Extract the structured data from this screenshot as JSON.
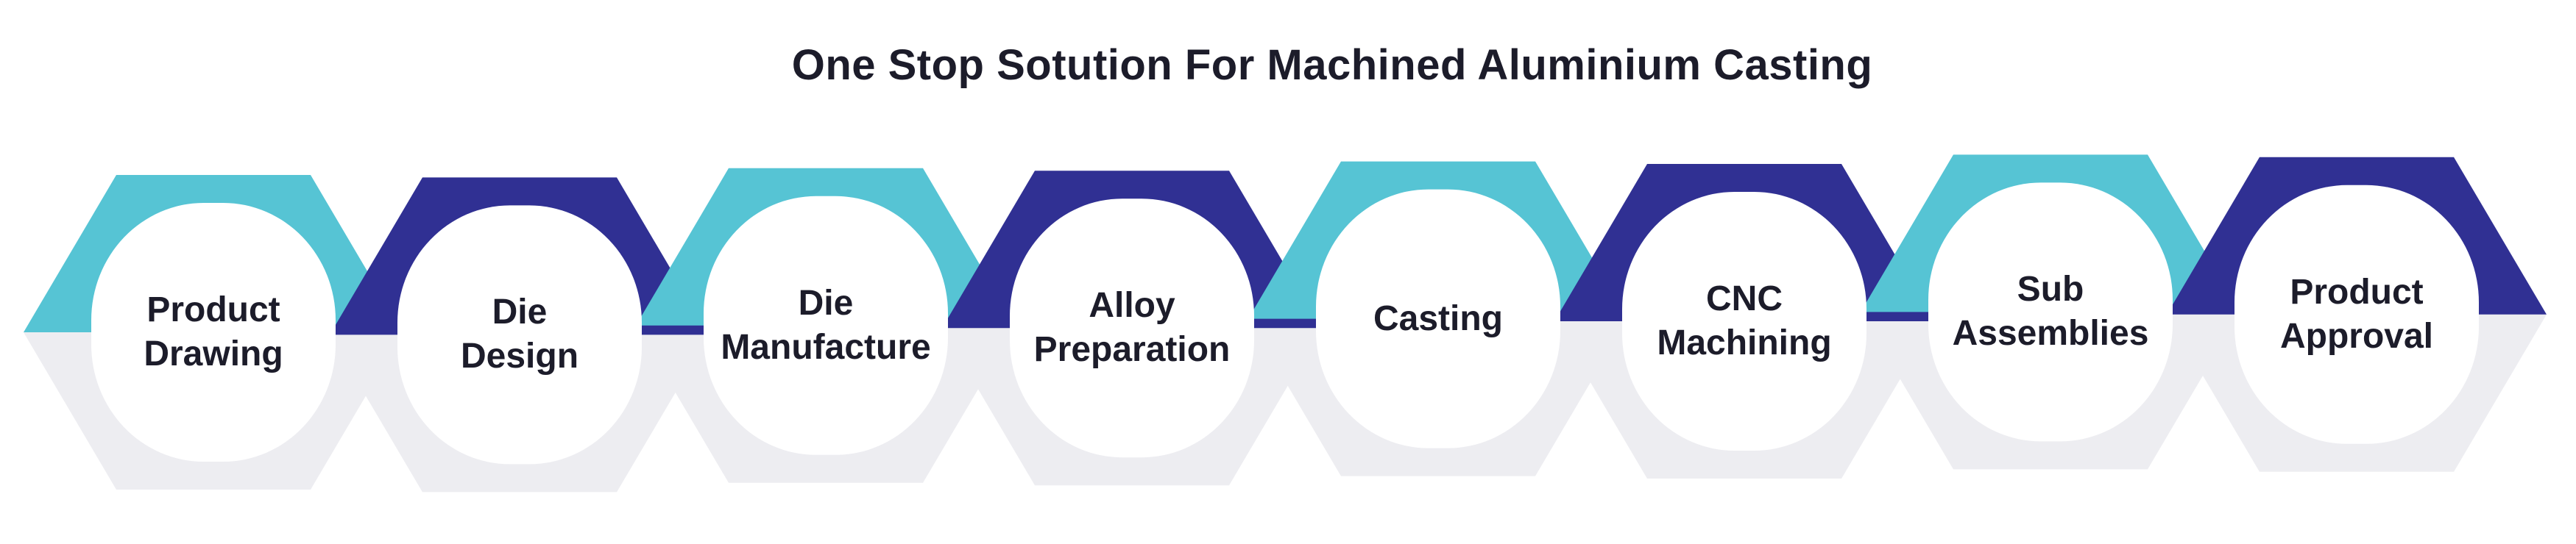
{
  "title": "One Stop Sotution For Machined Aluminium Casting",
  "colors": {
    "teal": "#56c4d4",
    "navy": "#303093",
    "gray": "#ededf1",
    "text": "#1c1c2a"
  },
  "steps": [
    {
      "line1": "Product",
      "line2": "Drawing",
      "color": "teal"
    },
    {
      "line1": "Die",
      "line2": "Design",
      "color": "navy"
    },
    {
      "line1": "Die",
      "line2": "Manufacture",
      "color": "teal"
    },
    {
      "line1": "Alloy",
      "line2": "Preparation",
      "color": "navy"
    },
    {
      "line1": "Casting",
      "line2": "",
      "color": "teal"
    },
    {
      "line1": "CNC",
      "line2": "Machining",
      "color": "navy"
    },
    {
      "line1": "Sub",
      "line2": "Assemblies",
      "color": "teal"
    },
    {
      "line1": "Product",
      "line2": "Approval",
      "color": "navy"
    }
  ]
}
